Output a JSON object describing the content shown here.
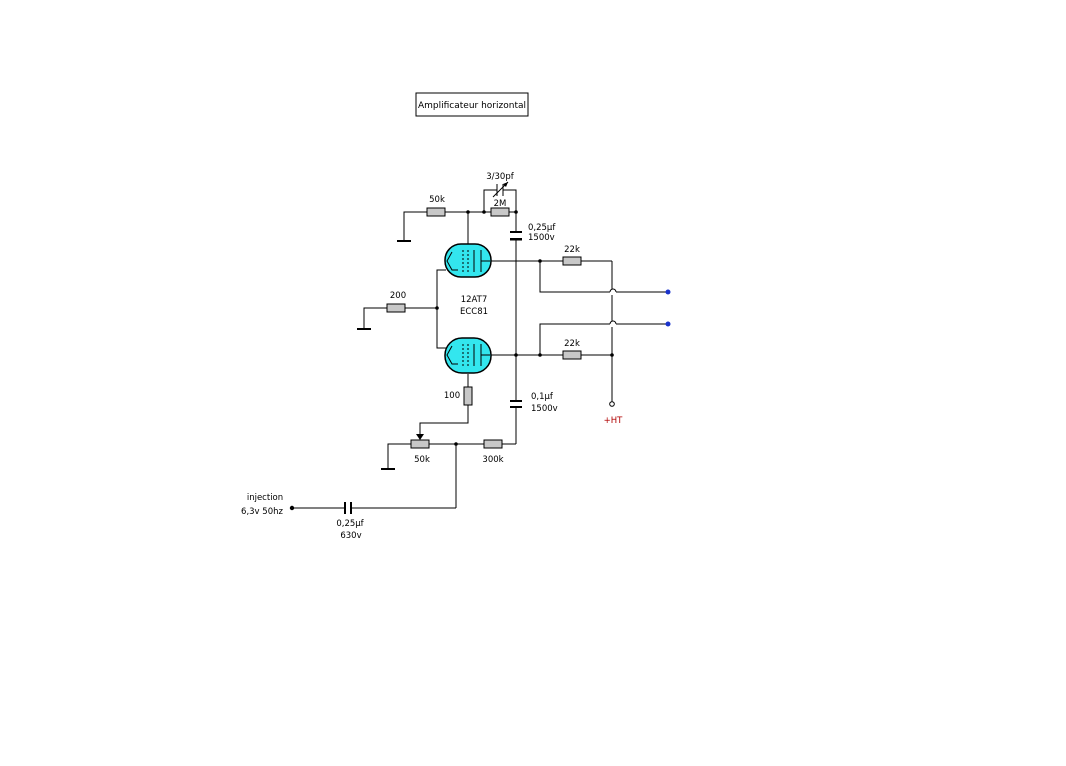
{
  "title": "Amplificateur horizontal",
  "tube": {
    "type": "12AT7",
    "equivalent": "ECC81"
  },
  "components": {
    "r_top_left": "50k",
    "trim_cap": "3/30pf",
    "r_feedback": "2M",
    "c_top": {
      "value": "0,25µf",
      "voltage": "1500v"
    },
    "r_anode_top": "22k",
    "r_cathode": "200",
    "r_anode_bottom": "22k",
    "r_grid_bottom": "100",
    "c_bottom": {
      "value": "0,1µf",
      "voltage": "1500v"
    },
    "pot": "50k",
    "r_300k": "300k",
    "c_input": {
      "value": "0,25µf",
      "voltage": "630v"
    }
  },
  "input": {
    "label": "injection",
    "spec": "6,3v 50hz"
  },
  "supply": "+HT",
  "colors": {
    "tube_fill": "#33e6ee",
    "terminal": "#1a33cc",
    "supply": "#b00000"
  }
}
